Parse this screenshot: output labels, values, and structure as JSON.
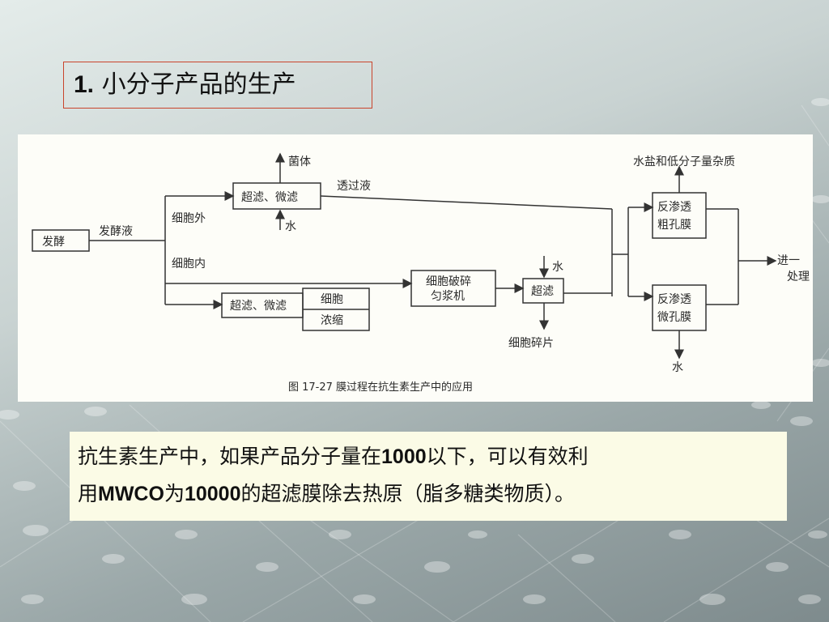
{
  "slide": {
    "title_number": "1.",
    "title_text": "小分子产品的生产"
  },
  "figure": {
    "ferment": "发酵",
    "ferment_liquid": "发酵液",
    "cell_outside": "细胞外",
    "cell_inside": "细胞内",
    "uf_mf_1": "超滤、微滤",
    "biomass": "菌体",
    "water_1": "水",
    "permeate": "透过液",
    "uf_mf_2": "超滤、微滤",
    "cell_conc_1": "细胞",
    "cell_conc_2": "浓缩",
    "homog_1": "细胞破碎",
    "homog_2": "匀浆机",
    "uf": "超滤",
    "water_2": "水",
    "debris": "细胞碎片",
    "ro_coarse_1": "反渗透",
    "ro_coarse_2": "粗孔膜",
    "ro_fine_1": "反渗透",
    "ro_fine_2": "微孔膜",
    "salts": "水盐和低分子量杂质",
    "water_3": "水",
    "further_1": "进一",
    "further_2": "处理",
    "caption": "图 17-27  膜过程在抗生素生产中的应用"
  },
  "body_text": {
    "p1": "抗生素生产中，如果产品分子量在",
    "n1": "1000",
    "p2": "以下，可以有效利",
    "p3": "用",
    "n2": "MWCO",
    "p4": "为",
    "n3": "10000",
    "p5": "的超滤膜除去热原（脂多糖类物质）。"
  }
}
